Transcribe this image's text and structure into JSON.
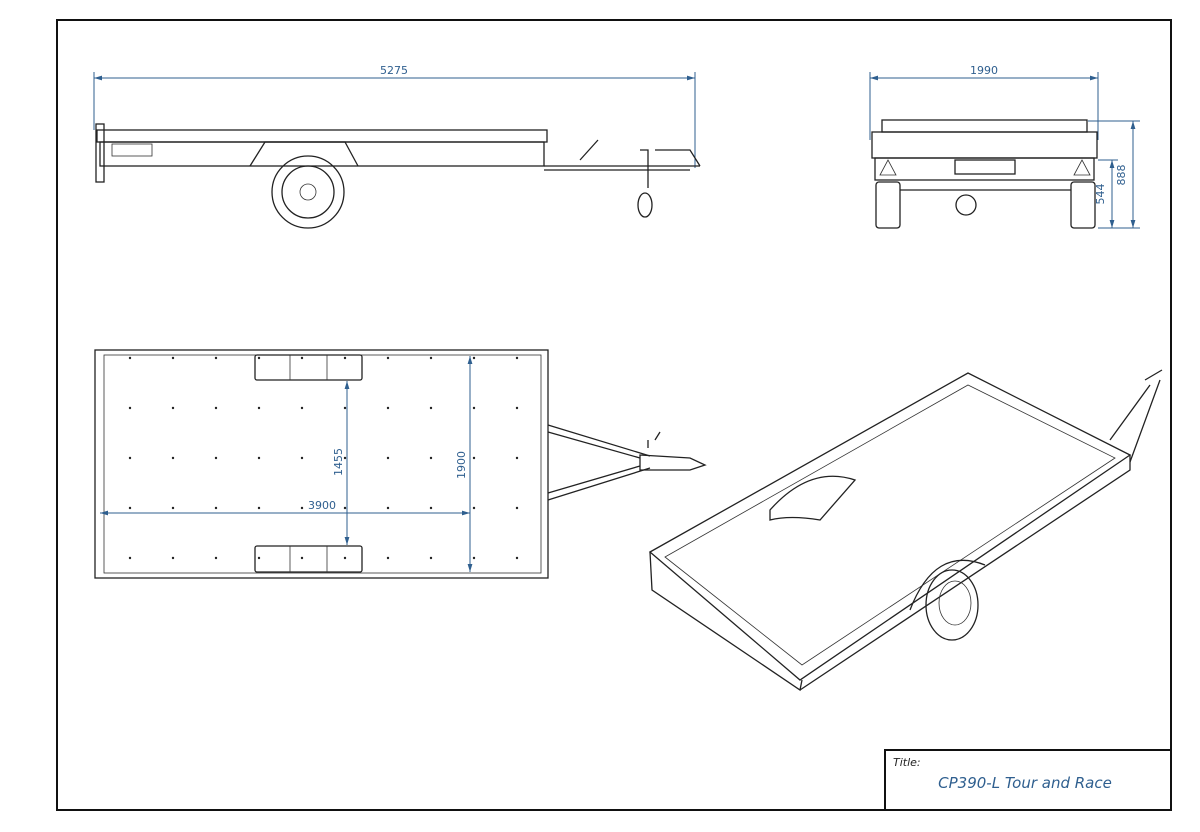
{
  "drawing": {
    "side_view": {
      "length_dim": "5275"
    },
    "rear_view": {
      "width_dim": "1990",
      "height_dim": "888",
      "deck_height_dim": "544"
    },
    "top_view": {
      "deck_length_dim": "3900",
      "deck_width_dim": "1900",
      "inner_width_dim": "1455"
    },
    "colors": {
      "dimension": "#2f5f8f",
      "line": "#222222"
    }
  },
  "title_block": {
    "label": "Title:",
    "title": "CP390-L Tour and Race"
  }
}
